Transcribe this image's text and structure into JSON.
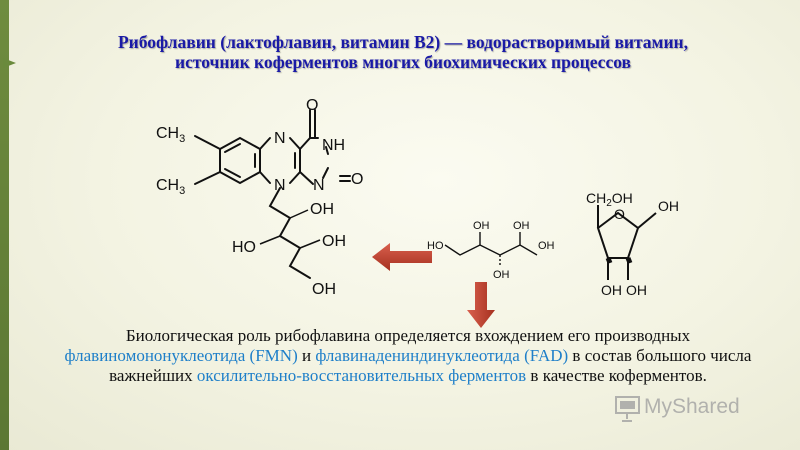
{
  "slide": {
    "title": {
      "main": "Рибофлавин (лактофлавин, витамин В2)",
      "dash": " — ",
      "rest": "водорастворимый витамин, источник коферментов многих биохимических процессов"
    },
    "molecule_labels": {
      "ch3_top": "CH",
      "ch3_top_sub": "3",
      "ch3_bottom": "CH",
      "ch3_bottom_sub": "3",
      "n1": "N",
      "n2": "N",
      "n3": "N",
      "nh": "NH",
      "o_top": "O",
      "o_right": "O",
      "oh1": "OH",
      "ho": "HO",
      "oh2": "OH",
      "oh3": "OH"
    },
    "ribitol_labels": {
      "ho": "HO",
      "oh_top1": "OH",
      "oh_top2": "OH",
      "oh_right": "OH",
      "oh_bottom": "OH"
    },
    "ribose_labels": {
      "ch2": "CH",
      "ch2_sub": "2",
      "ch2_oh": "OH",
      "ring_o": "O",
      "oh_right": "OH",
      "oh_bl": "OH",
      "oh_br": "OH"
    },
    "body": {
      "part1": "Биологическая роль рибофлавина определяется вхождением его производных ",
      "fmn": "флавиномононуклеотида (FMN)",
      "and": " и ",
      "fad": "флавинадениндинуклеотида (FAD)",
      "part2": " в состав большого числа важнейших ",
      "enzymes": "оксилительно-восстановительных ферментов",
      "part3": " в качестве коферментов."
    },
    "watermark": "MyShared",
    "colors": {
      "title": "#1a1aa6",
      "highlight": "#1e7fc9",
      "arrow": "#c0392b",
      "sidebar": "#6a8a3c"
    }
  }
}
